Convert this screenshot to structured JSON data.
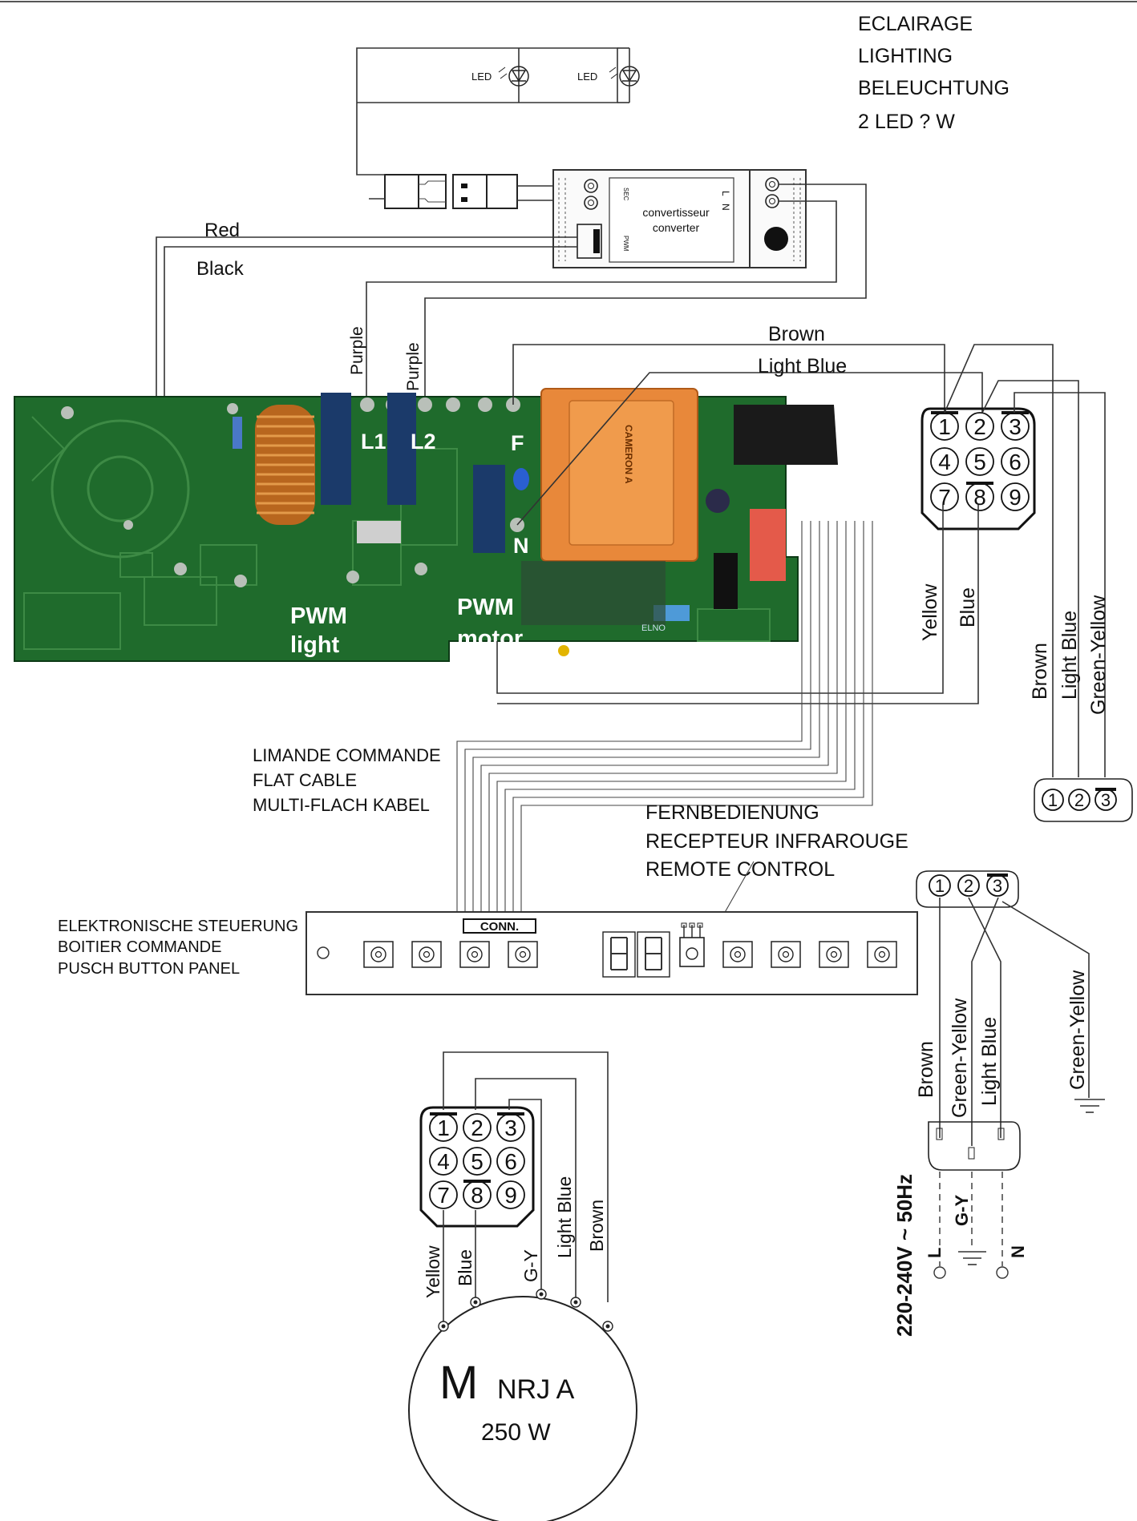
{
  "lighting": {
    "title_lines": [
      "ECLAIRAGE",
      "LIGHTING",
      "BELEUCHTUNG",
      "2 LED  ? W"
    ],
    "led_label": "LED"
  },
  "converter": {
    "fr": "convertisseur",
    "en": "converter",
    "pin_l": "L",
    "pin_n": "N",
    "sec": "SEC",
    "pwm": "PWM"
  },
  "wires": {
    "red": "Red",
    "black": "Black",
    "purple": "Purple",
    "brown": "Brown",
    "light_blue": "Light Blue",
    "yellow": "Yellow",
    "blue": "Blue",
    "green_yellow": "Green-Yellow",
    "g_y": "G-Y"
  },
  "pcb": {
    "l1": "L1",
    "l2": "L2",
    "f": "F",
    "n": "N",
    "pwm_light": [
      "PWM",
      "light"
    ],
    "pwm_motor": [
      "PWM",
      "motor"
    ],
    "transformer_brand": "CAMERON A",
    "board_code": "ELNO",
    "colors": {
      "board": "#1f6b2c",
      "transformer": "#e8883a",
      "trace": "#3d8a45"
    }
  },
  "connector9": [
    "1",
    "2",
    "3",
    "4",
    "5",
    "6",
    "7",
    "8",
    "9"
  ],
  "connector3": [
    "1",
    "2",
    "3"
  ],
  "flat_cable": [
    "LIMANDE COMMANDE",
    "FLAT CABLE",
    "MULTI-FLACH KABEL"
  ],
  "remote": [
    "FERNBEDIENUNG",
    "RECEPTEUR INFRAROUGE",
    "REMOTE CONTROL"
  ],
  "panel": {
    "labels": [
      "ELEKTRONISCHE STEUERUNG",
      "BOITIER COMMANDE",
      "PUSCH BUTTON PANEL"
    ],
    "conn": "CONN."
  },
  "mains": {
    "voltage": "220-240V ~ 50Hz",
    "l": "L",
    "n": "N"
  },
  "motor": {
    "symbol": "M",
    "model": "NRJ A",
    "power": "250 W"
  }
}
